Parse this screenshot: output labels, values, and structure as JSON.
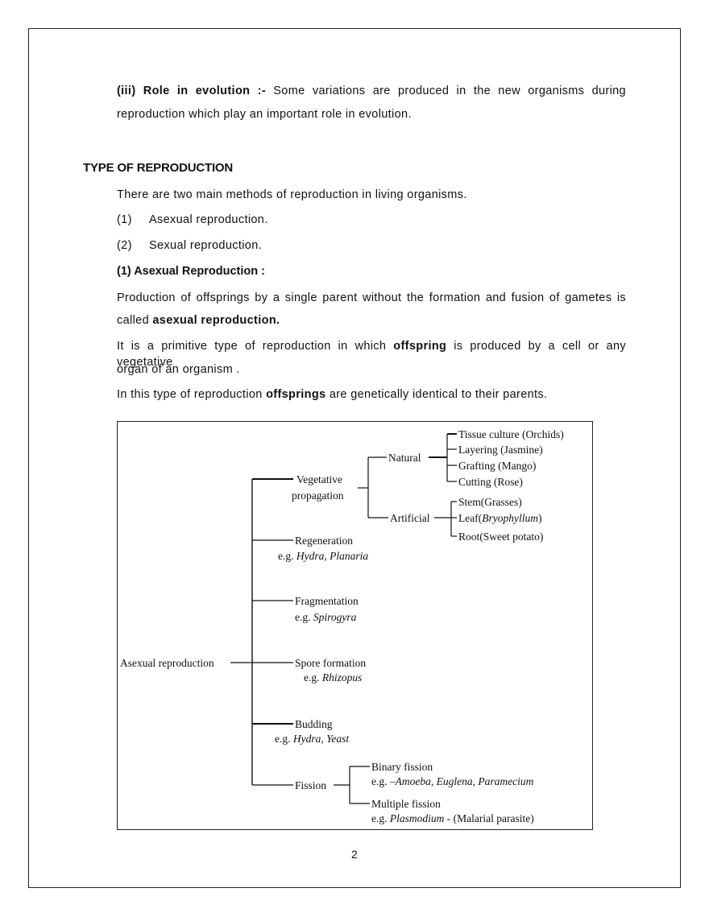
{
  "para_iii": {
    "label": "(iii)  Role in evolution :-",
    "line1_rest": " Some variations are produced in the new organisms during",
    "line2": "reproduction which play an important role in evolution."
  },
  "section_title": "TYPE OF REPRODUCTION",
  "intro": "There are two  main methods of reproduction in living organisms.",
  "methods": [
    {
      "num": "(1)",
      "label": "Asexual reproduction."
    },
    {
      "num": "(2)",
      "label": "Sexual reproduction."
    }
  ],
  "asexual_heading": "(1) Asexual Reproduction :",
  "definition": {
    "line1": "Production of offsprings by a single parent without the formation and fusion of gametes is",
    "line2_prefix": "called ",
    "line2_bold": "asexual reproduction."
  },
  "primitive": {
    "line1_a": "It is a primitive type of reproduction in which ",
    "line1_bold": "offspring",
    "line1_b": " is produced by a cell or any vegetative",
    "line2": "organ of an organism ."
  },
  "identical": {
    "prefix": "In this type of reproduction ",
    "bold": "offsprings",
    "suffix": " are genetically identical to their parents."
  },
  "diagram": {
    "root": "Asexual reproduction",
    "vegetative": [
      "Vegetative",
      "propagation"
    ],
    "natural": "Natural",
    "natural_items": [
      "Tissue culture (Orchids)",
      "Layering (Jasmine)",
      "Grafting (Mango)",
      "Cutting (Rose)"
    ],
    "artificial": "Artificial",
    "artificial_items": {
      "stem": "Stem(Grasses)",
      "leaf_prefix": "Leaf(",
      "leaf_italic": "Bryophyllum",
      "leaf_suffix": ")",
      "root": "Root(Sweet potato)"
    },
    "regeneration": {
      "label": "Regeneration",
      "eg": "e.g. ",
      "examples": "Hydra, Planaria"
    },
    "fragmentation": {
      "label": "Fragmentation",
      "eg": "e.g. ",
      "examples": "Spirogyra"
    },
    "spore": {
      "label": "Spore formation",
      "eg": "e.g. ",
      "examples": "Rhizopus"
    },
    "budding": {
      "label": "Budding",
      "eg": "e.g. ",
      "examples": "Hydra, Yeast"
    },
    "fission": {
      "label": "Fission",
      "binary": "Binary fission",
      "binary_eg": "e.g. –",
      "binary_examples": "Amoeba, Euglena, Paramecium",
      "multiple": "Multiple fission",
      "multiple_eg": "e.g. ",
      "multiple_italic": "Plasmodium",
      "multiple_suffix": " - (Malarial parasite)"
    }
  },
  "page_number": "2"
}
